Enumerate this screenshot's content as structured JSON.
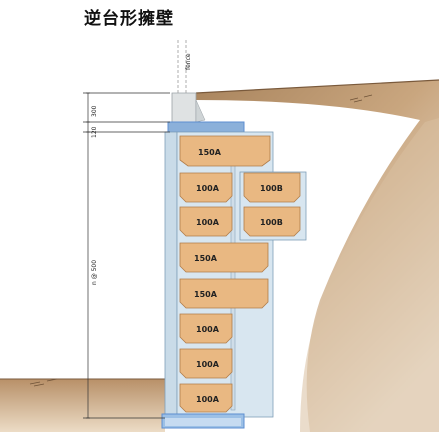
{
  "title": "逆台形擁壁",
  "dimensions": {
    "top": "300",
    "cap": "120",
    "pitch": "n @ 500"
  },
  "blocks": {
    "b1": "150A",
    "b2": "100A",
    "b2r": "100B",
    "b3": "100A",
    "b3r": "100B",
    "b4": "150A",
    "b5": "150A",
    "b6": "100A",
    "b7": "100A",
    "b8": "100A"
  },
  "colors": {
    "earth": "#b99570",
    "ground": "#c9a77c",
    "block": "#e9b882",
    "frame": "#c9dbe8",
    "cap": "#5c8ed0"
  }
}
